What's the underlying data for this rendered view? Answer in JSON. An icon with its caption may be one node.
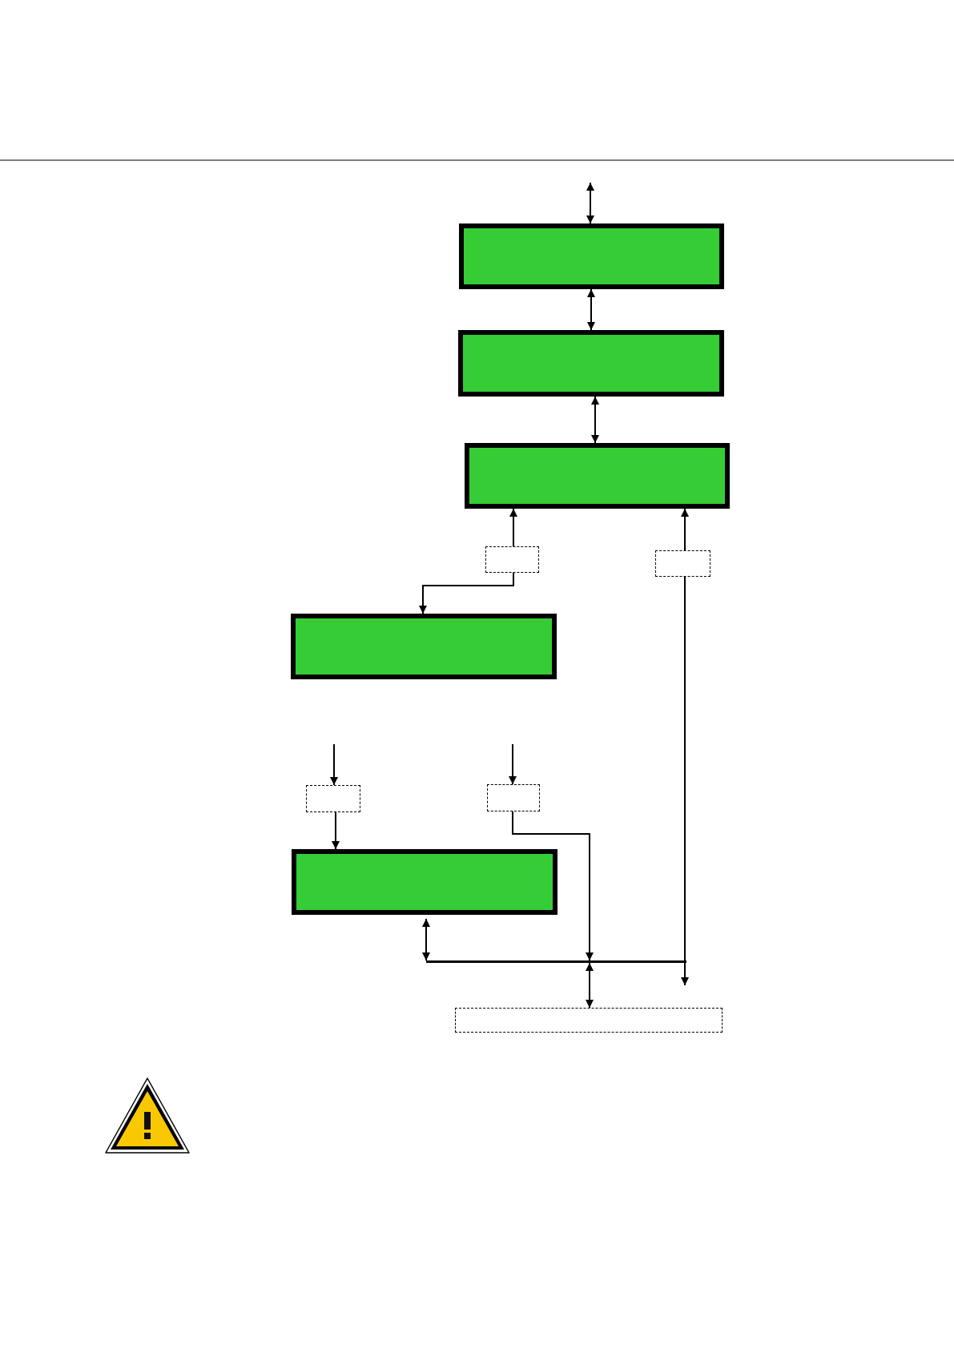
{
  "diagram": {
    "nodes": [
      {
        "text": [],
        "shape": "box"
      },
      {
        "text": [],
        "shape": "box"
      },
      {
        "text": [],
        "shape": "box"
      },
      {
        "text": [],
        "shape": "box"
      },
      {
        "text": [],
        "shape": "box"
      },
      {
        "text": [],
        "shape": "box"
      },
      {
        "text": [],
        "shape": "box"
      },
      {
        "text": [],
        "shape": "box"
      },
      {
        "text": [],
        "shape": "box"
      },
      {
        "text": [],
        "shape": "bar"
      },
      {
        "text": [],
        "shape": "box"
      }
    ],
    "edges": [
      {
        "from": null,
        "to": 0,
        "arrow": "both"
      },
      {
        "from": 0,
        "to": 1,
        "arrow": "both"
      },
      {
        "from": 1,
        "to": 2,
        "arrow": "both"
      },
      {
        "from": 3,
        "to": 2,
        "arrow": "to"
      },
      {
        "from": 4,
        "to": 2,
        "arrow": "to"
      },
      {
        "from": 3,
        "to": 5,
        "arrow": "to"
      },
      {
        "from": null,
        "to": 6,
        "arrow": "to"
      },
      {
        "from": 6,
        "to": 8,
        "arrow": "to"
      },
      {
        "from": null,
        "to": 7,
        "arrow": "to"
      },
      {
        "from": 7,
        "to": 9,
        "arrow": "to"
      },
      {
        "from": 4,
        "to": 9,
        "arrow": "none"
      },
      {
        "from": 9,
        "to": null,
        "arrow": "to"
      },
      {
        "from": 8,
        "to": 9,
        "arrow": "both"
      },
      {
        "from": 9,
        "to": 10,
        "arrow": "both"
      }
    ]
  }
}
